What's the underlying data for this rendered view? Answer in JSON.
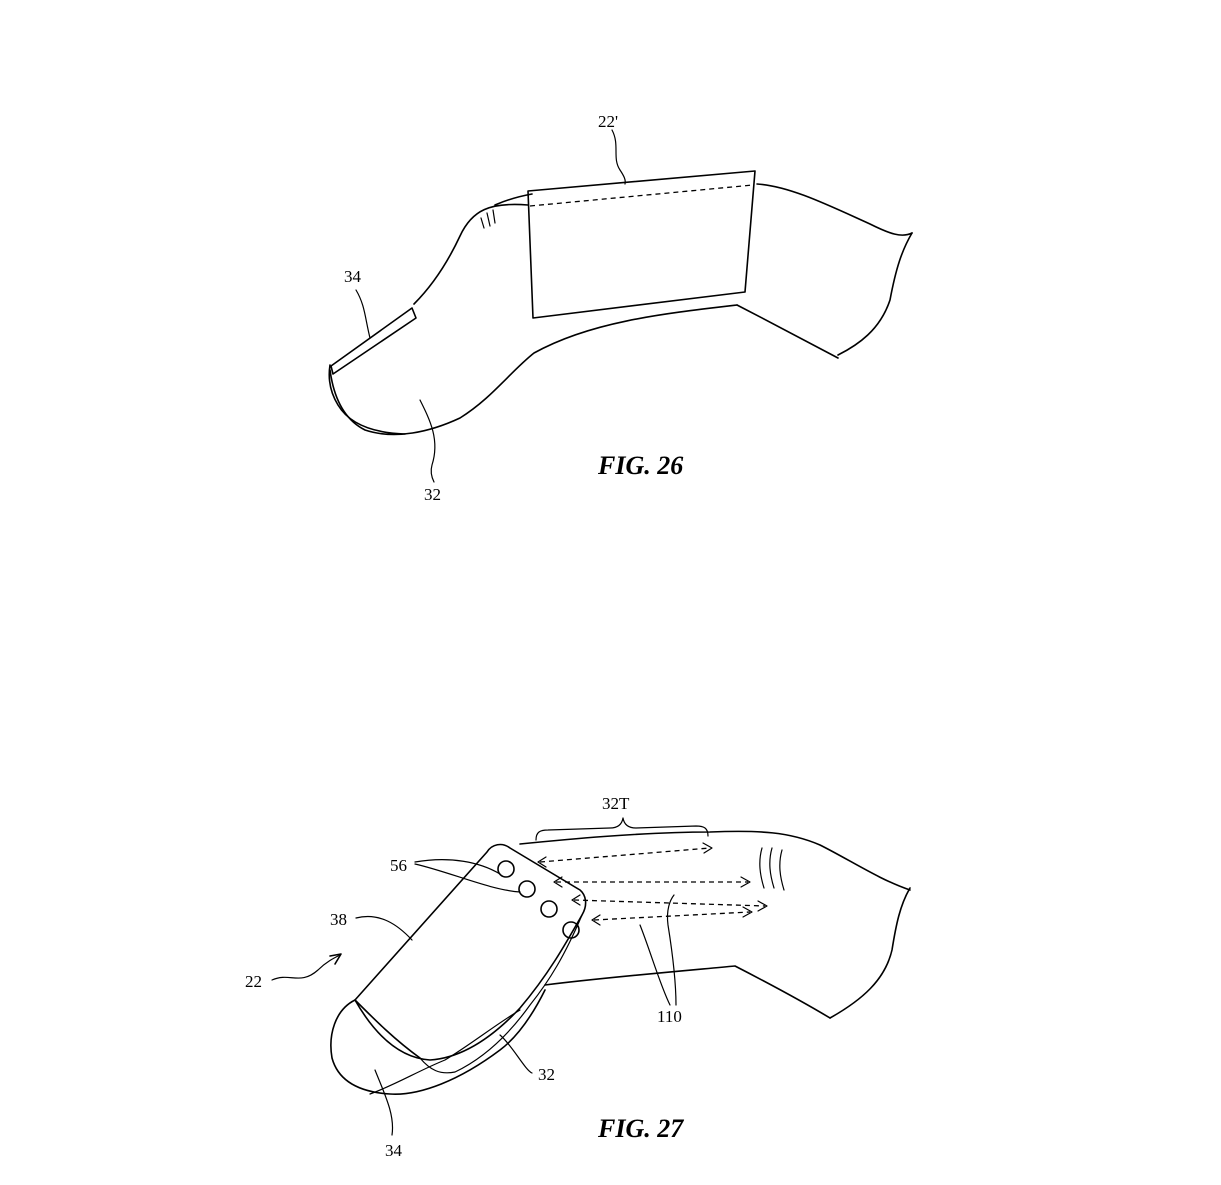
{
  "figures": [
    {
      "caption": "FIG. 26",
      "labels": {
        "ring": "22'",
        "pad": "34",
        "finger": "32"
      }
    },
    {
      "caption": "FIG. 27",
      "labels": {
        "device": "22",
        "housing": "38",
        "sensors": "56",
        "region": "32T",
        "arrows": "110",
        "finger": "32",
        "pad": "34"
      }
    }
  ]
}
